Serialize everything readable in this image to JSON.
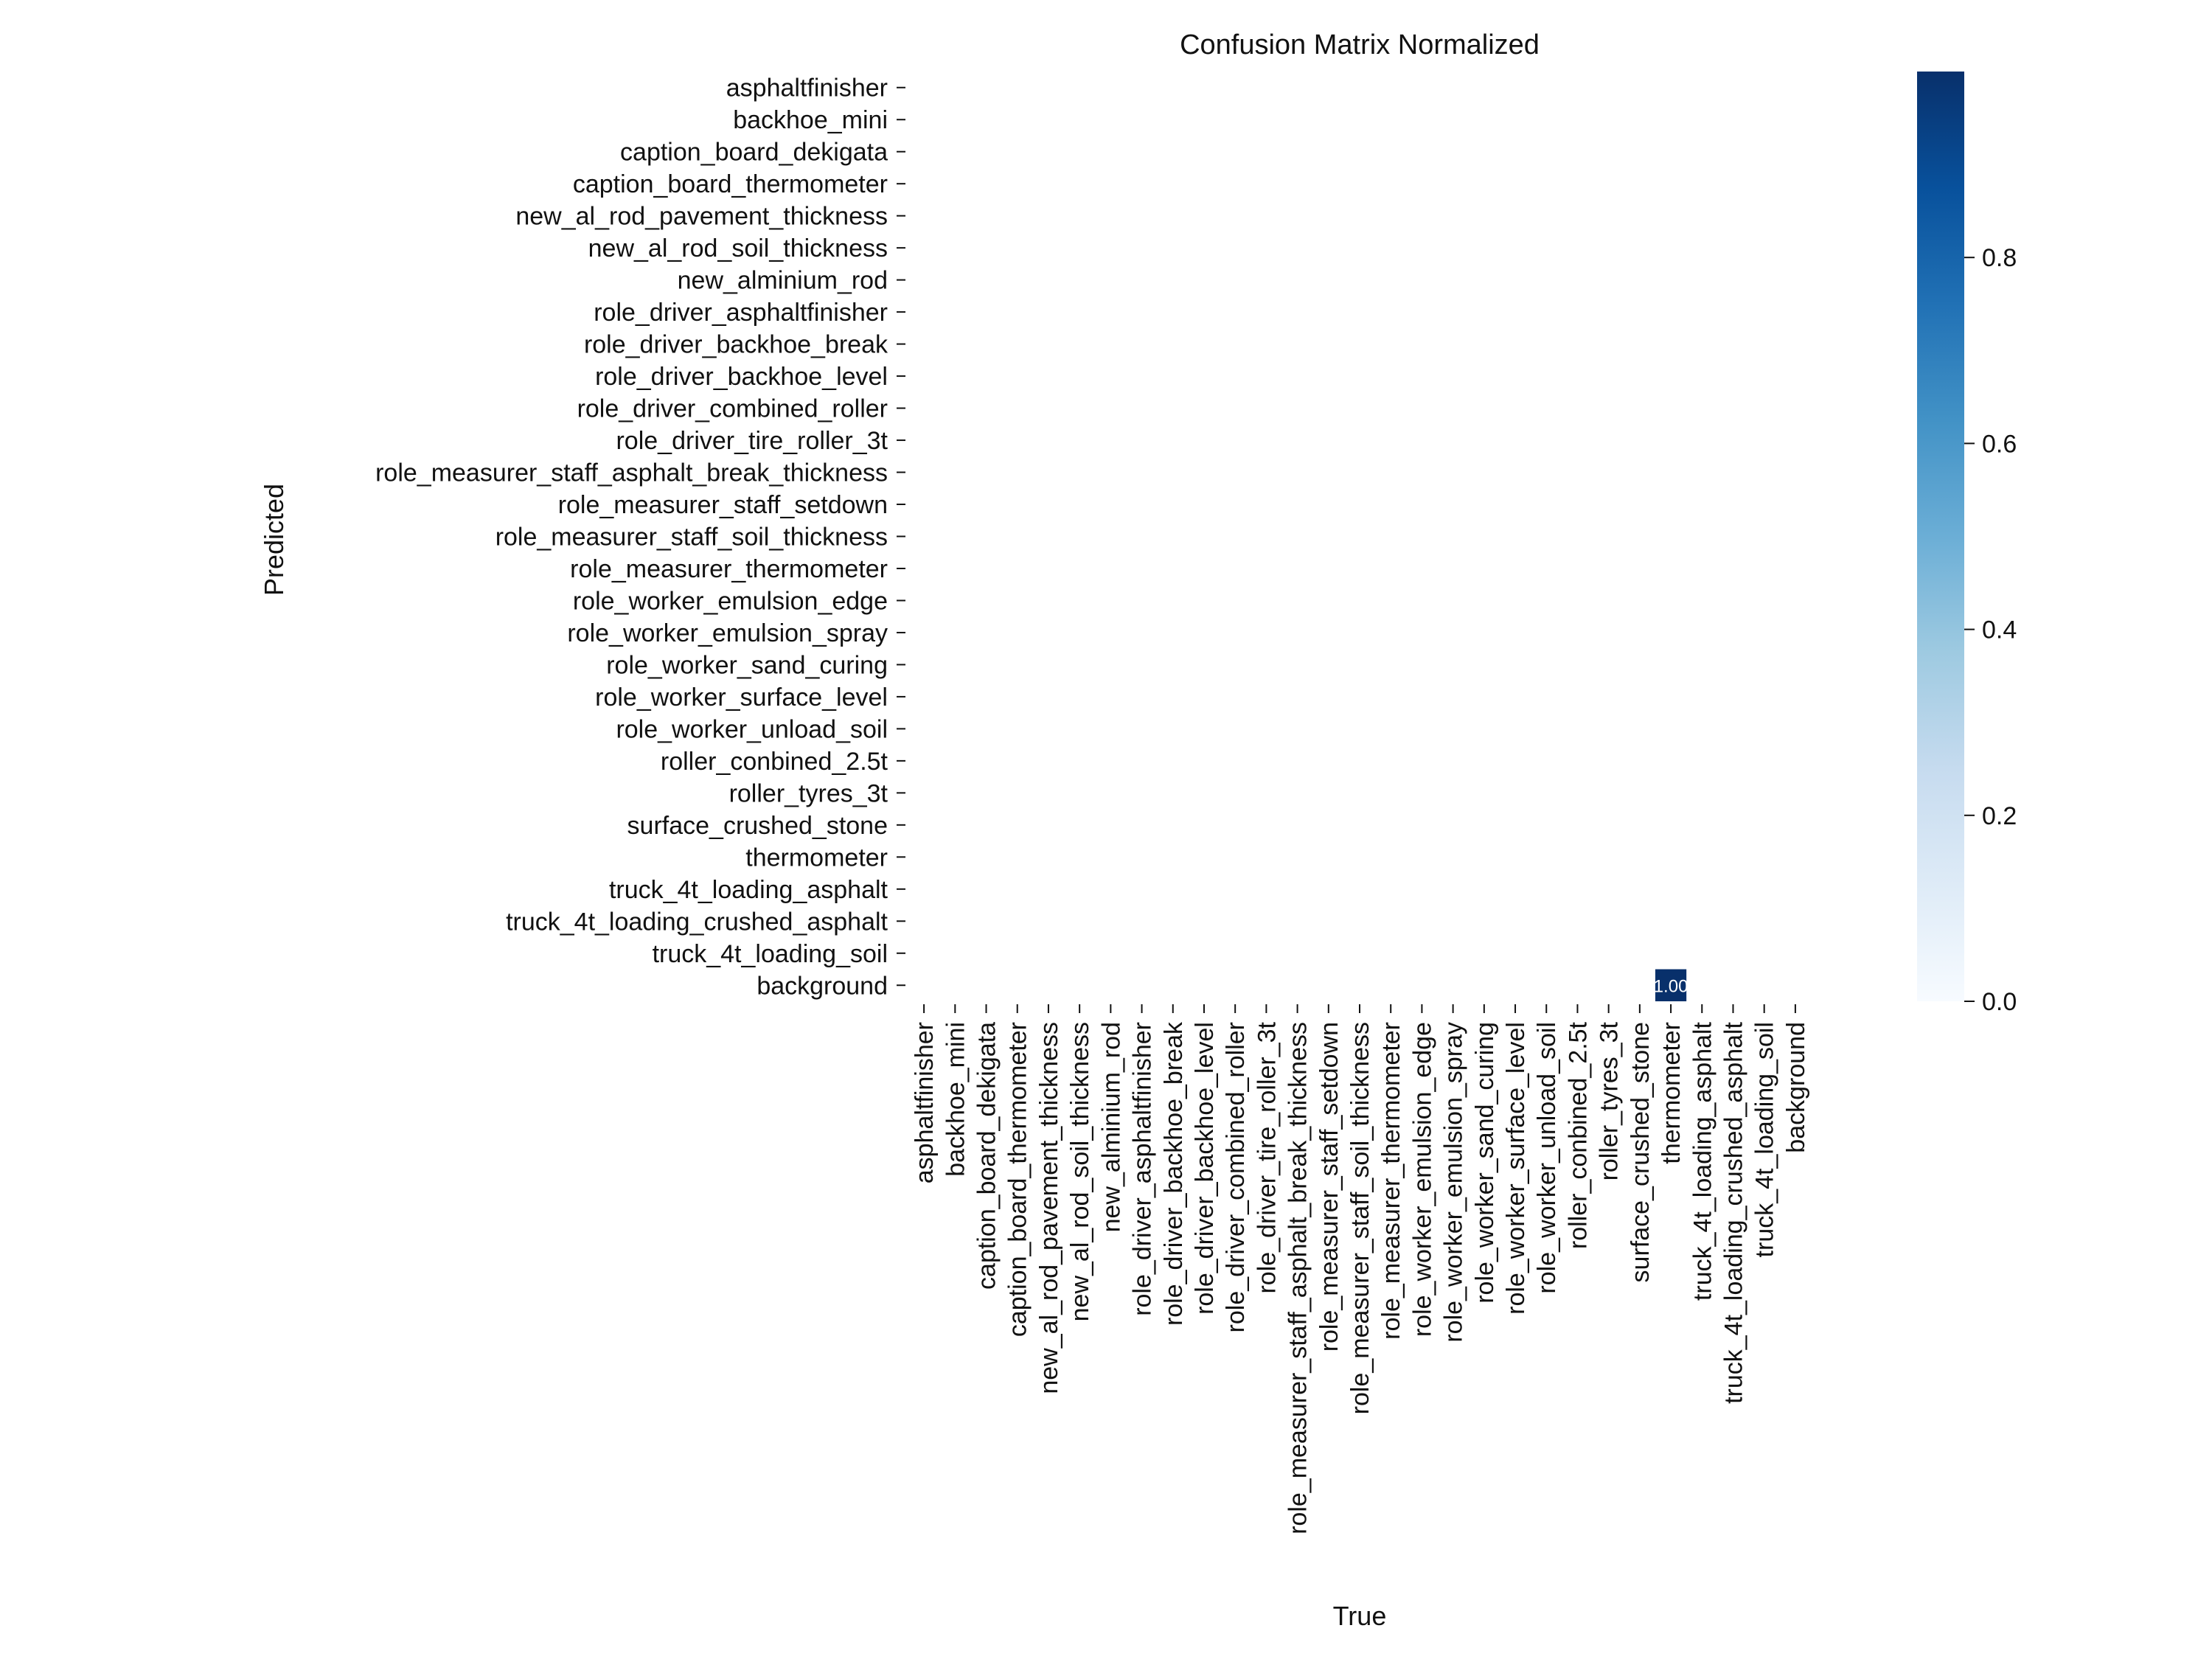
{
  "chart_data": {
    "type": "heatmap",
    "title": "Confusion Matrix Normalized",
    "xlabel": "True",
    "ylabel": "Predicted",
    "row_labels": [
      "asphaltfinisher",
      "backhoe_mini",
      "caption_board_dekigata",
      "caption_board_thermometer",
      "new_al_rod_pavement_thickness",
      "new_al_rod_soil_thickness",
      "new_alminium_rod",
      "role_driver_asphaltfinisher",
      "role_driver_backhoe_break",
      "role_driver_backhoe_level",
      "role_driver_combined_roller",
      "role_driver_tire_roller_3t",
      "role_measurer_staff_asphalt_break_thickness",
      "role_measurer_staff_setdown",
      "role_measurer_staff_soil_thickness",
      "role_measurer_thermometer",
      "role_worker_emulsion_edge",
      "role_worker_emulsion_spray",
      "role_worker_sand_curing",
      "role_worker_surface_level",
      "role_worker_unload_soil",
      "roller_conbined_2.5t",
      "roller_tyres_3t",
      "surface_crushed_stone",
      "thermometer",
      "truck_4t_loading_asphalt",
      "truck_4t_loading_crushed_asphalt",
      "truck_4t_loading_soil",
      "background"
    ],
    "col_labels": [
      "asphaltfinisher",
      "backhoe_mini",
      "caption_board_dekigata",
      "caption_board_thermometer",
      "new_al_rod_pavement_thickness",
      "new_al_rod_soil_thickness",
      "new_alminium_rod",
      "role_driver_asphaltfinisher",
      "role_driver_backhoe_break",
      "role_driver_backhoe_level",
      "role_driver_combined_roller",
      "role_driver_tire_roller_3t",
      "role_measurer_staff_asphalt_break_thickness",
      "role_measurer_staff_setdown",
      "role_measurer_staff_soil_thickness",
      "role_measurer_thermometer",
      "role_worker_emulsion_edge",
      "role_worker_emulsion_spray",
      "role_worker_sand_curing",
      "role_worker_surface_level",
      "role_worker_unload_soil",
      "roller_conbined_2.5t",
      "roller_tyres_3t",
      "surface_crushed_stone",
      "thermometer",
      "truck_4t_loading_asphalt",
      "truck_4t_loading_crushed_asphalt",
      "truck_4t_loading_soil",
      "background"
    ],
    "cells": [
      {
        "row": "background",
        "col": "thermometer",
        "value": 1.0,
        "label": "1.00"
      }
    ],
    "colorbar": {
      "colormap": "Blues",
      "range": [
        0,
        1
      ],
      "ticks": [
        0.0,
        0.2,
        0.4,
        0.6,
        0.8
      ],
      "tick_labels": [
        "0.0",
        "0.2",
        "0.4",
        "0.6",
        "0.8"
      ],
      "color_min": "#f7fbff",
      "color_max": "#08306b"
    },
    "grid": false
  }
}
